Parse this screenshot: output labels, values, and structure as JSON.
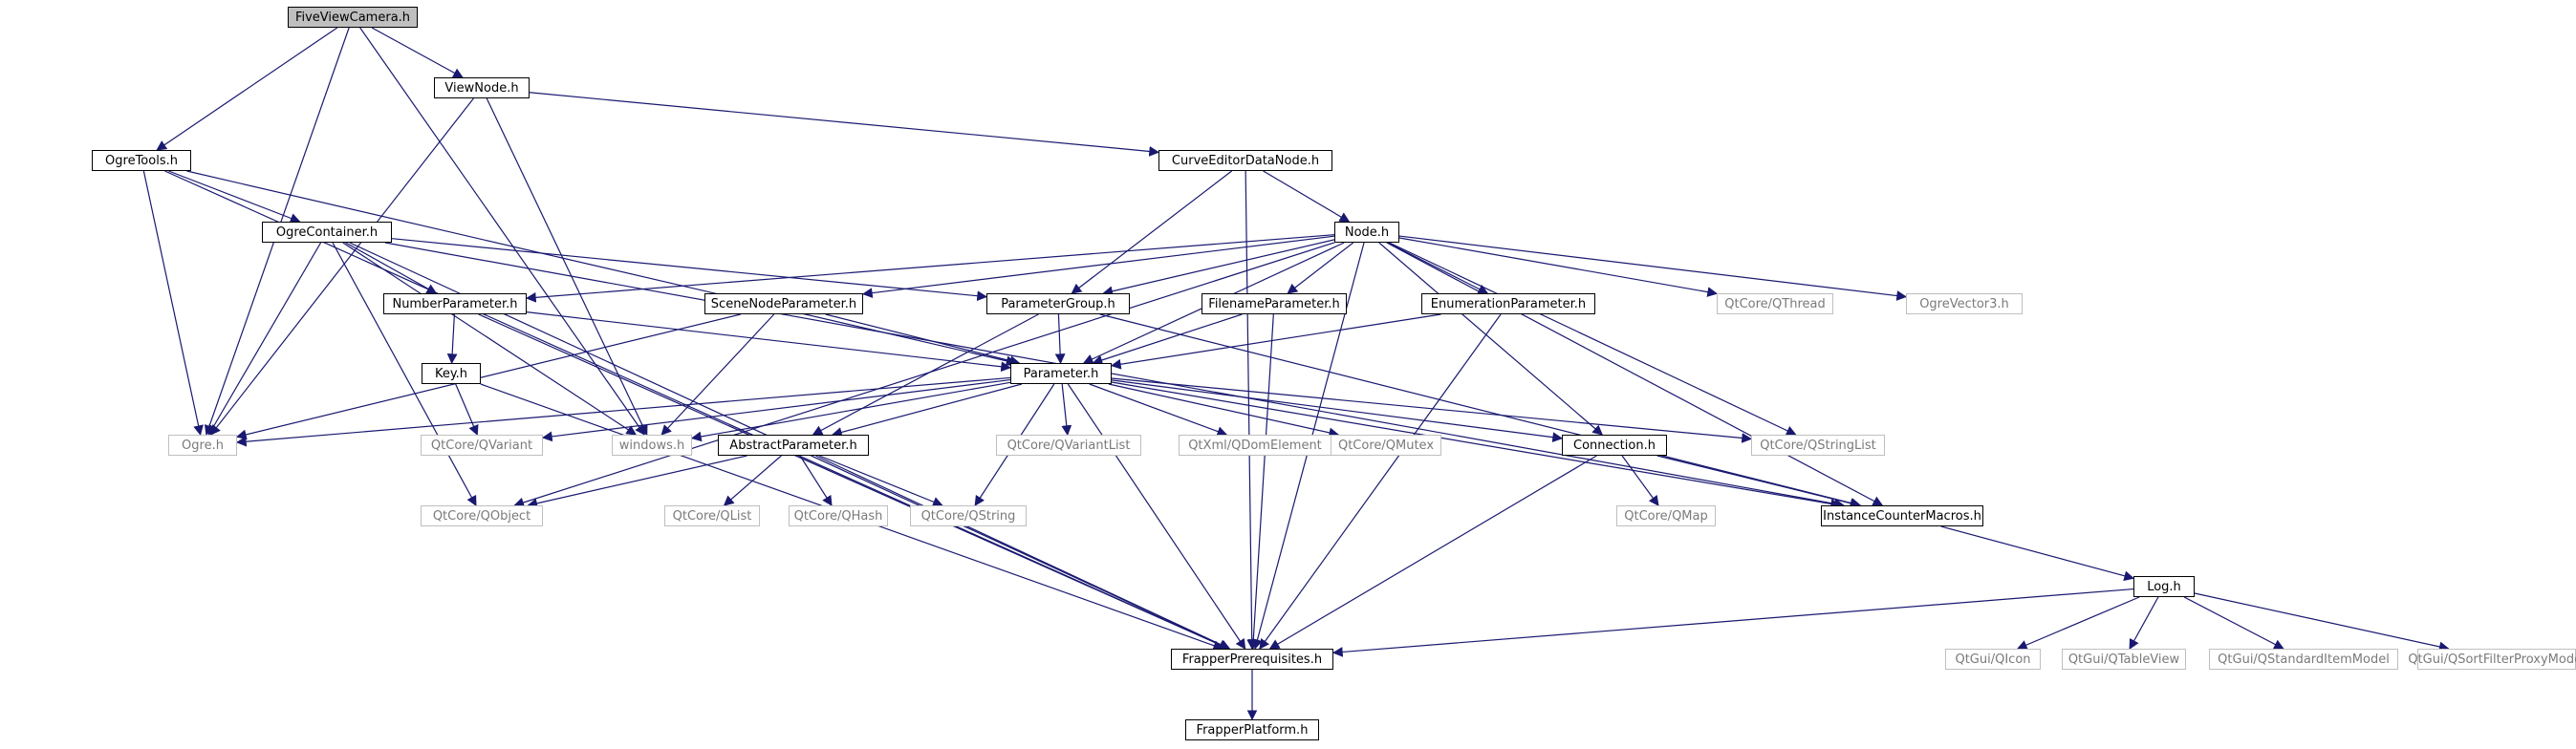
{
  "graph": {
    "nodes": [
      {
        "id": "fiveview",
        "label": "FiveViewCamera.h",
        "kind": "root"
      },
      {
        "id": "viewnode",
        "label": "ViewNode.h",
        "kind": "header"
      },
      {
        "id": "ogretools",
        "label": "OgreTools.h",
        "kind": "header"
      },
      {
        "id": "curveeditor",
        "label": "CurveEditorDataNode.h",
        "kind": "header"
      },
      {
        "id": "ogrecontainer",
        "label": "OgreContainer.h",
        "kind": "header"
      },
      {
        "id": "node",
        "label": "Node.h",
        "kind": "header"
      },
      {
        "id": "numberparam",
        "label": "NumberParameter.h",
        "kind": "header"
      },
      {
        "id": "scenenodeparam",
        "label": "SceneNodeParameter.h",
        "kind": "header"
      },
      {
        "id": "paramgroup",
        "label": "ParameterGroup.h",
        "kind": "header"
      },
      {
        "id": "filenameparam",
        "label": "FilenameParameter.h",
        "kind": "header"
      },
      {
        "id": "enumparam",
        "label": "EnumerationParameter.h",
        "kind": "header"
      },
      {
        "id": "qthread",
        "label": "QtCore/QThread",
        "kind": "external"
      },
      {
        "id": "ogrevector3",
        "label": "OgreVector3.h",
        "kind": "external"
      },
      {
        "id": "key",
        "label": "Key.h",
        "kind": "header"
      },
      {
        "id": "parameter",
        "label": "Parameter.h",
        "kind": "header"
      },
      {
        "id": "ogreh",
        "label": "Ogre.h",
        "kind": "external"
      },
      {
        "id": "qvariant",
        "label": "QtCore/QVariant",
        "kind": "external"
      },
      {
        "id": "windows",
        "label": "windows.h",
        "kind": "external"
      },
      {
        "id": "abstractparam",
        "label": "AbstractParameter.h",
        "kind": "header"
      },
      {
        "id": "qvariantlist",
        "label": "QtCore/QVariantList",
        "kind": "external"
      },
      {
        "id": "qdomelement",
        "label": "QtXml/QDomElement",
        "kind": "external"
      },
      {
        "id": "qmutex",
        "label": "QtCore/QMutex",
        "kind": "external"
      },
      {
        "id": "connection",
        "label": "Connection.h",
        "kind": "header"
      },
      {
        "id": "qstringlist",
        "label": "QtCore/QStringList",
        "kind": "external"
      },
      {
        "id": "qobject",
        "label": "QtCore/QObject",
        "kind": "external"
      },
      {
        "id": "qlist",
        "label": "QtCore/QList",
        "kind": "external"
      },
      {
        "id": "qhash",
        "label": "QtCore/QHash",
        "kind": "external"
      },
      {
        "id": "qstring",
        "label": "QtCore/QString",
        "kind": "external"
      },
      {
        "id": "qmap",
        "label": "QtCore/QMap",
        "kind": "external"
      },
      {
        "id": "instancecounter",
        "label": "InstanceCounterMacros.h",
        "kind": "header"
      },
      {
        "id": "log",
        "label": "Log.h",
        "kind": "header"
      },
      {
        "id": "frapperprereq",
        "label": "FrapperPrerequisites.h",
        "kind": "header"
      },
      {
        "id": "qicon",
        "label": "QtGui/QIcon",
        "kind": "external"
      },
      {
        "id": "qtableview",
        "label": "QtGui/QTableView",
        "kind": "external"
      },
      {
        "id": "qstandarditemmodel",
        "label": "QtGui/QStandardItemModel",
        "kind": "external"
      },
      {
        "id": "qsortfilter",
        "label": "QtGui/QSortFilterProxyModel",
        "kind": "external"
      },
      {
        "id": "frapperplatform",
        "label": "FrapperPlatform.h",
        "kind": "header"
      }
    ],
    "edges": [
      [
        "fiveview",
        "viewnode"
      ],
      [
        "fiveview",
        "ogretools"
      ],
      [
        "fiveview",
        "ogreh"
      ],
      [
        "fiveview",
        "windows"
      ],
      [
        "viewnode",
        "curveeditor"
      ],
      [
        "viewnode",
        "ogreh"
      ],
      [
        "viewnode",
        "windows"
      ],
      [
        "ogretools",
        "ogrecontainer"
      ],
      [
        "ogretools",
        "ogreh"
      ],
      [
        "ogretools",
        "parameter"
      ],
      [
        "ogretools",
        "frapperprereq"
      ],
      [
        "curveeditor",
        "node"
      ],
      [
        "curveeditor",
        "paramgroup"
      ],
      [
        "curveeditor",
        "frapperprereq"
      ],
      [
        "ogrecontainer",
        "numberparam"
      ],
      [
        "ogrecontainer",
        "paramgroup"
      ],
      [
        "ogrecontainer",
        "ogreh"
      ],
      [
        "ogrecontainer",
        "windows"
      ],
      [
        "ogrecontainer",
        "qobject"
      ],
      [
        "ogrecontainer",
        "frapperprereq"
      ],
      [
        "ogrecontainer",
        "instancecounter"
      ],
      [
        "node",
        "numberparam"
      ],
      [
        "node",
        "scenenodeparam"
      ],
      [
        "node",
        "paramgroup"
      ],
      [
        "node",
        "filenameparam"
      ],
      [
        "node",
        "enumparam"
      ],
      [
        "node",
        "qthread"
      ],
      [
        "node",
        "ogrevector3"
      ],
      [
        "node",
        "parameter"
      ],
      [
        "node",
        "connection"
      ],
      [
        "node",
        "qstringlist"
      ],
      [
        "node",
        "instancecounter"
      ],
      [
        "node",
        "qobject"
      ],
      [
        "node",
        "frapperprereq"
      ],
      [
        "numberparam",
        "key"
      ],
      [
        "numberparam",
        "parameter"
      ],
      [
        "numberparam",
        "frapperprereq"
      ],
      [
        "scenenodeparam",
        "parameter"
      ],
      [
        "scenenodeparam",
        "ogreh"
      ],
      [
        "scenenodeparam",
        "windows"
      ],
      [
        "paramgroup",
        "parameter"
      ],
      [
        "paramgroup",
        "abstractparam"
      ],
      [
        "paramgroup",
        "instancecounter"
      ],
      [
        "filenameparam",
        "parameter"
      ],
      [
        "filenameparam",
        "frapperprereq"
      ],
      [
        "enumparam",
        "parameter"
      ],
      [
        "enumparam",
        "frapperprereq"
      ],
      [
        "key",
        "qvariant"
      ],
      [
        "key",
        "frapperprereq"
      ],
      [
        "parameter",
        "abstractparam"
      ],
      [
        "parameter",
        "ogreh"
      ],
      [
        "parameter",
        "qvariant"
      ],
      [
        "parameter",
        "windows"
      ],
      [
        "parameter",
        "qvariantlist"
      ],
      [
        "parameter",
        "qdomelement"
      ],
      [
        "parameter",
        "qmutex"
      ],
      [
        "parameter",
        "connection"
      ],
      [
        "parameter",
        "qstringlist"
      ],
      [
        "parameter",
        "qstring"
      ],
      [
        "parameter",
        "instancecounter"
      ],
      [
        "parameter",
        "frapperprereq"
      ],
      [
        "abstractparam",
        "qobject"
      ],
      [
        "abstractparam",
        "qlist"
      ],
      [
        "abstractparam",
        "qhash"
      ],
      [
        "abstractparam",
        "qstring"
      ],
      [
        "abstractparam",
        "frapperprereq"
      ],
      [
        "connection",
        "qmap"
      ],
      [
        "connection",
        "instancecounter"
      ],
      [
        "connection",
        "frapperprereq"
      ],
      [
        "instancecounter",
        "log"
      ],
      [
        "log",
        "frapperprereq"
      ],
      [
        "log",
        "qicon"
      ],
      [
        "log",
        "qtableview"
      ],
      [
        "log",
        "qstandarditemmodel"
      ],
      [
        "log",
        "qsortfilter"
      ],
      [
        "frapperprereq",
        "frapperplatform"
      ]
    ],
    "colors": {
      "edge": "#191970",
      "border": "#000000",
      "external_border": "#bfbfbf",
      "external_text": "#7a7a7a",
      "root_fill": "#bfbfbf"
    }
  }
}
